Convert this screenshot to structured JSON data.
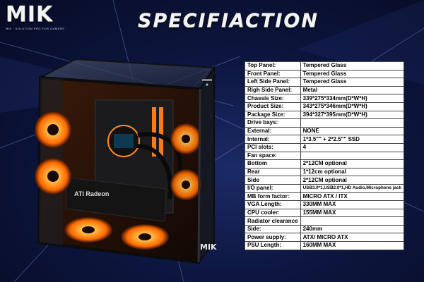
{
  "brand": {
    "logo": "MIK",
    "tagline": "MIK · SOLUTION PRO FOR GAMERS",
    "case_badge": "MIK"
  },
  "title": "SPECIFIACTION",
  "screen_text": "ATI Radeon",
  "colors": {
    "background": "#0d1640",
    "accent": "#ff8a1e",
    "table_bg": "#ffffff",
    "table_border": "#444444"
  },
  "spec_rows": [
    {
      "label": "Top Panel:",
      "value": "Tempered Glass"
    },
    {
      "label": "Front Panel:",
      "value": "Tempered Glass"
    },
    {
      "label": "Left Side Panel:",
      "value": "Tempered Glass"
    },
    {
      "label": "Righ Side Panel:",
      "value": "Metal"
    },
    {
      "label": "Chassis Size:",
      "value": "339*275*334mm(D*W*H)"
    },
    {
      "label": "Product Size:",
      "value": "343*275*346mm(D*W*H)"
    },
    {
      "label": "Package Size:",
      "value": "394*327*395mm(D*W*H)"
    },
    {
      "label": "Drive bays:",
      "value": ""
    },
    {
      "label": "External:",
      "value": "NONE"
    },
    {
      "label": "Internal:",
      "value": "1*3.5\"\" + 2*2.5\"\" SSD"
    },
    {
      "label": "PCI slots:",
      "value": "4"
    },
    {
      "label": "Fan space:",
      "value": ""
    },
    {
      "label": "Bottom",
      "value": "2*12CM  optional"
    },
    {
      "label": "Rear",
      "value": "1*12cm  optional"
    },
    {
      "label": "Side",
      "value": "2*12CM  optional"
    },
    {
      "label": "I/O panel:",
      "value": "USB3.0*1,USB2.0*1,HD Audio,Microphone jack"
    },
    {
      "label": "MB form factor:",
      "value": "MICRO ATX / ITX"
    },
    {
      "label": "VGA Length:",
      "value": "330MM MAX"
    },
    {
      "label": "CPU cooler:",
      "value": "155MM MAX"
    },
    {
      "label": "Radiator clearance",
      "value": ""
    },
    {
      "label": "Side:",
      "value": "240mm"
    },
    {
      "label": "Power supply:",
      "value": "ATX/ MICRO ATX"
    },
    {
      "label": "PSU Length:",
      "value": "160MM MAX"
    }
  ]
}
